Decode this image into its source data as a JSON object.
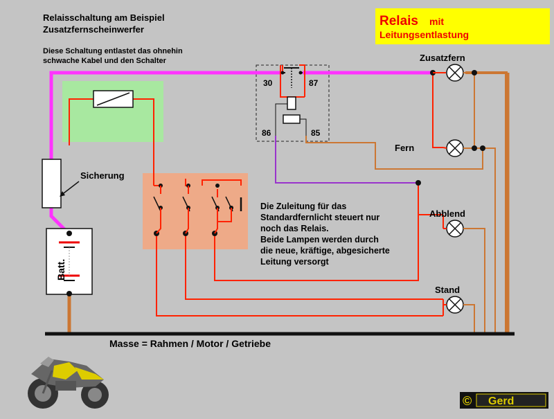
{
  "title": {
    "line1": "Relaisschaltung am Beispiel",
    "line2": "Zusatzfernscheinwerfer"
  },
  "subtitle": {
    "line1": "Diese Schaltung entlastet das ohnehin",
    "line2": "schwache Kabel und den Schalter"
  },
  "badge": {
    "main": "Relais",
    "mit": "mit",
    "sub": "Leitungsentlastung"
  },
  "relay_pins": {
    "p30": "30",
    "p87": "87",
    "p86": "86",
    "p85": "85"
  },
  "lamps": {
    "zusatzfern": "Zusatzfern",
    "fern": "Fern",
    "abblend": "Abblend",
    "stand": "Stand"
  },
  "fuse_label": "Sicherung",
  "battery_label": "Batt.",
  "note": [
    "Die  Zuleitung für das",
    "Standardfernlicht steuert nur",
    "noch das Relais.",
    "Beide Lampen werden durch",
    "die neue, kräftige, abgesicherte",
    "Leitung versorgt"
  ],
  "ground_label": "Masse = Rahmen / Motor / Getriebe",
  "copyright": {
    "symbol": "©",
    "name": "Gerd"
  },
  "colors": {
    "background": "#c4c4c4",
    "feed_wire": "#ff33ff",
    "control_wire": "#9933cc",
    "switched_wire": "#ff2200",
    "ground_wire": "#cc7733",
    "badge_bg": "#ffff00",
    "badge_text": "#ee0000",
    "fuse_area": "#a8e8a0",
    "switch_area": "#eeaa88"
  }
}
